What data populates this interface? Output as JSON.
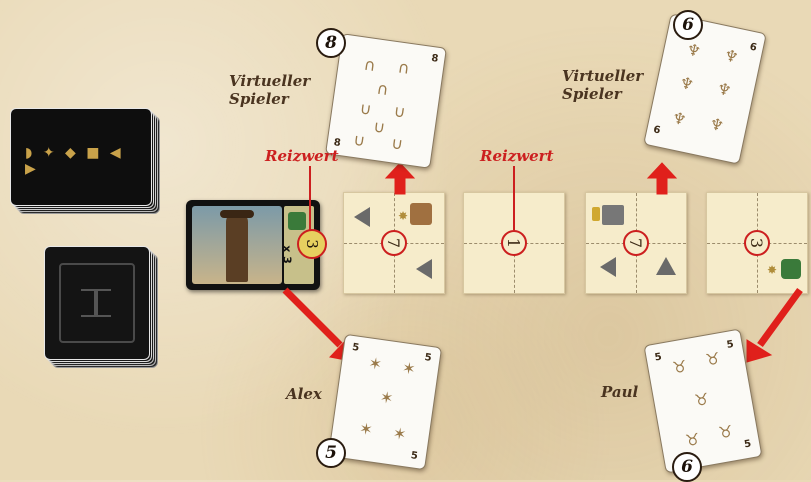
{
  "labels": {
    "virtual_left": "Virtueller Spieler",
    "virtual_right": "Virtueller Spieler",
    "reizwert_left": "Reizwert",
    "reizwert_center": "Reizwert",
    "player_left": "Alex",
    "player_right": "Paul"
  },
  "cards": {
    "virtual_left": {
      "badge": "8",
      "rank": "8"
    },
    "virtual_right": {
      "badge": "6",
      "rank": "6"
    },
    "alex": {
      "badge": "5",
      "rank": "5"
    },
    "paul": {
      "badge": "6",
      "rank": "5"
    }
  },
  "tiles": [
    {
      "value": "7"
    },
    {
      "value": "1"
    },
    {
      "value": "7"
    },
    {
      "value": "3"
    }
  ],
  "character_card": {
    "badge_value": "3",
    "multiplier": "x 3"
  },
  "colors": {
    "accent_red": "#cc1f1f",
    "arrow_red": "#e0201b",
    "text_brown": "#4a3420"
  }
}
